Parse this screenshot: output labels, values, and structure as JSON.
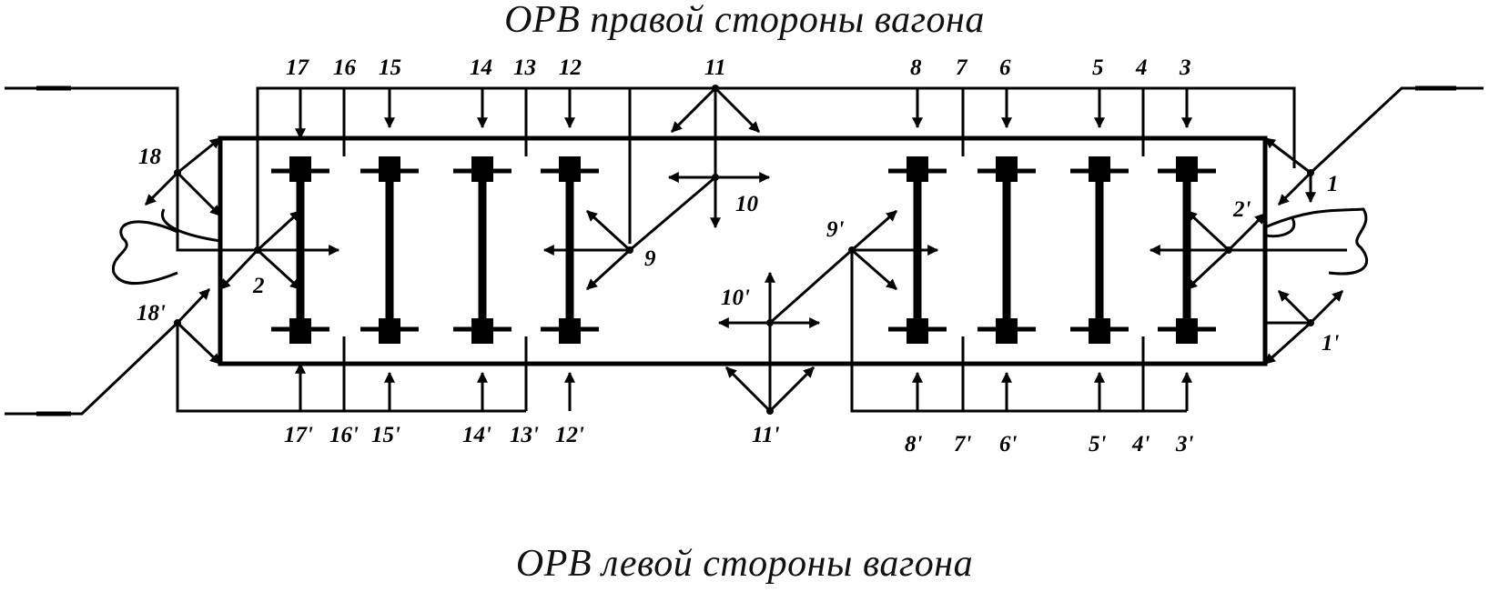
{
  "captions": {
    "top": "ОРВ правой стороны вагона",
    "bottom": "ОРВ левой стороны вагона"
  },
  "labels_top": {
    "l17": "17",
    "l16": "16",
    "l15": "15",
    "l14": "14",
    "l13": "13",
    "l12": "12",
    "l11": "11",
    "l8": "8",
    "l7": "7",
    "l6": "6",
    "l5": "5",
    "l4": "4",
    "l3": "3"
  },
  "labels_bottom": {
    "l17": "17'",
    "l16": "16'",
    "l15": "15'",
    "l14": "14'",
    "l13": "13'",
    "l12": "12'",
    "l11": "11'",
    "l8": "8'",
    "l7": "7'",
    "l6": "6'",
    "l5": "5'",
    "l4": "4'",
    "l3": "3'"
  },
  "labels_side": {
    "l18": "18",
    "l18p": "18'",
    "l1": "1",
    "l1p": "1'",
    "l2": "2",
    "l2p": "2'",
    "l9": "9",
    "l9p": "9'",
    "l10": "10",
    "l10p": "10'"
  }
}
